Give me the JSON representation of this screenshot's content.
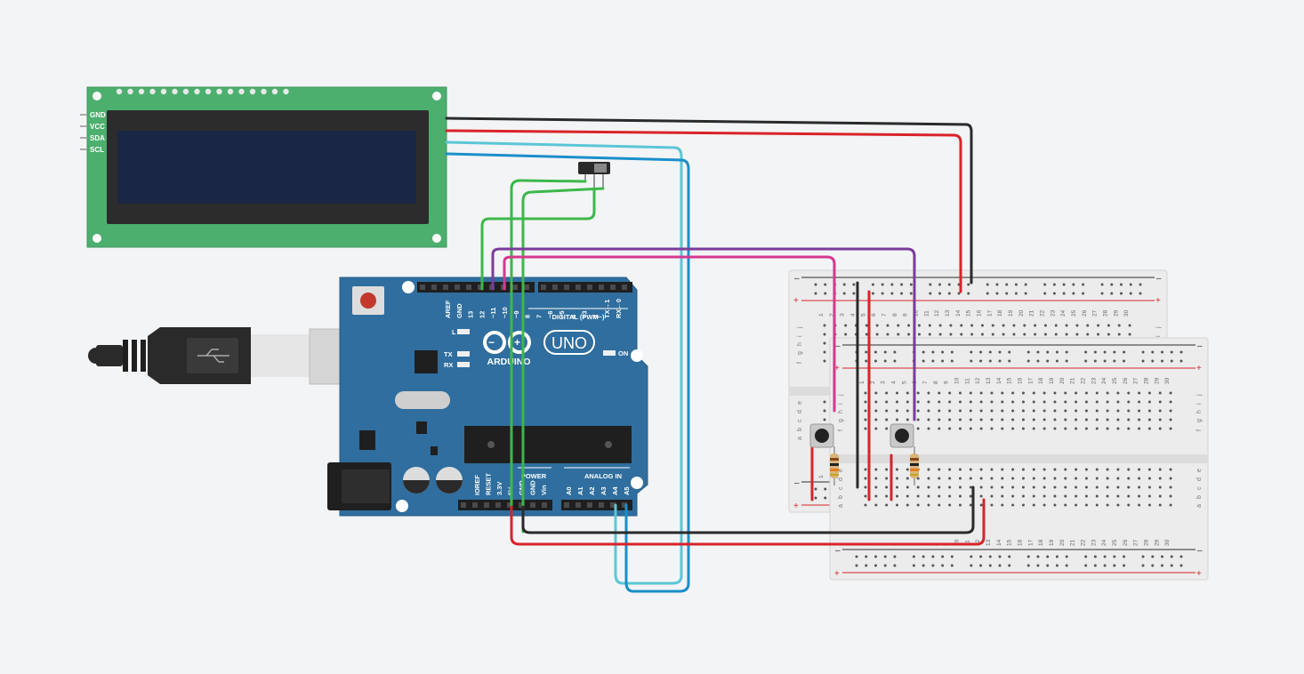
{
  "lcd": {
    "pins": [
      "GND",
      "VCC",
      "SDA",
      "SCL"
    ]
  },
  "arduino": {
    "digital_label": "DIGITAL (PWM~)",
    "digital_pins": [
      "AREF",
      "GND",
      "13",
      "12",
      "~11",
      "~10",
      "~9",
      "8",
      "7",
      "~6",
      "~5",
      "4",
      "~3",
      "2",
      "TX→1",
      "RX←0"
    ],
    "brand": "ARDUINO",
    "model": "UNO",
    "power_label": "POWER",
    "analog_label": "ANALOG IN",
    "power_pins": [
      "IOREF",
      "RESET",
      "3.3V",
      "5V",
      "GND",
      "GND",
      "Vin"
    ],
    "analog_pins": [
      "A0",
      "A1",
      "A2",
      "A3",
      "A4",
      "A5"
    ],
    "led_l": "L",
    "led_tx": "TX",
    "led_rx": "RX",
    "led_on": "ON"
  },
  "breadboard_top": {
    "columns": [
      "1",
      "2",
      "3",
      "4",
      "5",
      "6",
      "7",
      "8",
      "9",
      "10",
      "11",
      "12",
      "13",
      "14",
      "15",
      "16",
      "17",
      "18",
      "19",
      "20",
      "21",
      "22",
      "23",
      "24",
      "25",
      "26",
      "27",
      "28",
      "29",
      "30"
    ],
    "rows_upper": [
      "j",
      "i",
      "h",
      "g",
      "f"
    ],
    "rows_lower": [
      "e",
      "d",
      "c",
      "b",
      "a"
    ],
    "rail_minus": "–",
    "rail_plus": "+"
  },
  "breadboard_bottom": {
    "columns": [
      "1",
      "2",
      "3",
      "4",
      "5",
      "6",
      "7",
      "8",
      "9",
      "10",
      "11",
      "12",
      "13",
      "14",
      "15",
      "16",
      "17",
      "18",
      "19",
      "20",
      "21",
      "22",
      "23",
      "24",
      "25",
      "26",
      "27",
      "28",
      "29",
      "30"
    ],
    "rows_upper": [
      "j",
      "i",
      "h",
      "g",
      "f"
    ],
    "rows_lower": [
      "e",
      "d",
      "c",
      "b",
      "a"
    ],
    "rail_minus": "–",
    "rail_plus": "+"
  },
  "colors": {
    "background": "#f3f4f6",
    "board_blue": "#2f6e9e",
    "lcd_green": "#4caf6e",
    "lcd_screen": "#1a2744",
    "wire_black": "#2a2a2a",
    "wire_red": "#d9232a",
    "wire_lightblue": "#5bc6d6",
    "wire_blue": "#1a8fc9",
    "wire_green": "#3cb84a",
    "wire_purple": "#7a3c9a",
    "wire_pink": "#d43a8e"
  },
  "components": {
    "usb_cable": "usb-b-cable",
    "slide_switch": "slide-switch",
    "buttons": [
      "pushbutton-1",
      "pushbutton-2"
    ],
    "resistors": [
      "resistor-1",
      "resistor-2"
    ]
  }
}
